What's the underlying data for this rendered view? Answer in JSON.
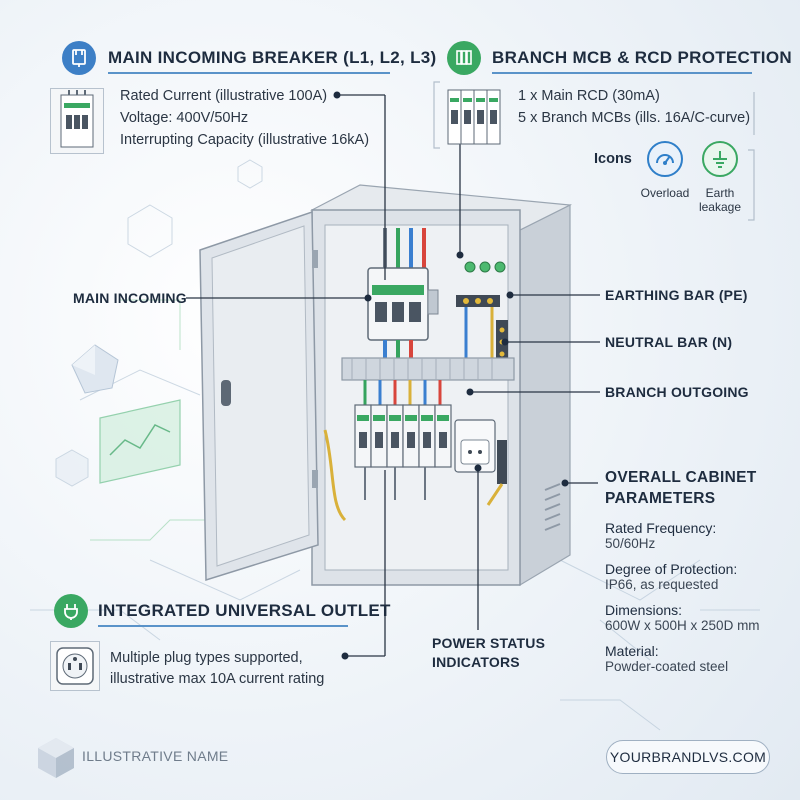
{
  "main_incoming_breaker": {
    "title": "MAIN INCOMING BREAKER (L1, L2, L3)",
    "specs": [
      "Rated Current (illustrative 100A)",
      "Voltage: 400V/50Hz",
      "Interrupting Capacity (illustrative 16kA)"
    ]
  },
  "branch_protection": {
    "title": "BRANCH MCB & RCD PROTECTION",
    "specs": [
      "1 x Main RCD (30mA)",
      "5 x Branch MCBs (ills. 16A/C-curve)"
    ],
    "icons_label": "Icons",
    "icons": [
      {
        "name": "overload-icon",
        "label": "Overload",
        "color": "#2f7fc9"
      },
      {
        "name": "earth-icon",
        "label_lines": [
          "Earth",
          "leakage"
        ],
        "color": "#3aa862"
      }
    ]
  },
  "callouts": {
    "main_incoming": "MAIN INCOMING",
    "earthing_bar": "EARTHING BAR (PE)",
    "neutral_bar": "NEUTRAL BAR (N)",
    "branch_outgoing": "BRANCH OUTGOING",
    "power_status": [
      "POWER STATUS",
      "INDICATORS"
    ]
  },
  "cabinet_parameters": {
    "title_lines": [
      "OVERALL CABINET",
      "PARAMETERS"
    ],
    "items": [
      {
        "label": "Rated Frequency:",
        "value": "50/60Hz"
      },
      {
        "label": "Degree of Protection:",
        "value": "IP66, as requested"
      },
      {
        "label": "Dimensions:",
        "value": "600W x 500H x 250D mm"
      },
      {
        "label": "Material:",
        "value": "Powder-coated steel"
      }
    ]
  },
  "outlet": {
    "title": "INTEGRATED UNIVERSAL OUTLET",
    "lines": [
      "Multiple plug types supported,",
      "illustrative max 10A current rating"
    ]
  },
  "footer": {
    "name": "ILLUSTRATIVE NAME",
    "brand": "YOURBRANDLVS.COM"
  },
  "colors": {
    "accent_blue": "#2f7fc9",
    "accent_green": "#3aa862",
    "cabinet_gray": "#d7dde4",
    "title_dark": "#1e2c3f"
  }
}
